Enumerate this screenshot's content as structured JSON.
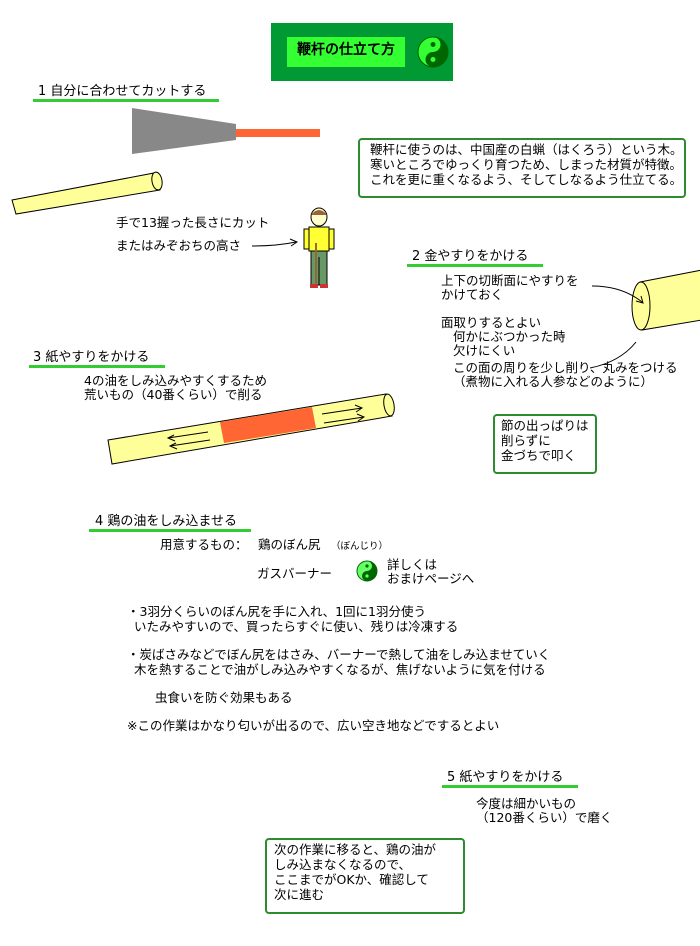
{
  "title": "鞭杆の仕立て方",
  "sections": {
    "s1": {
      "heading": "1  自分に合わせてカットする",
      "line1": "手で13握った長さにカット",
      "line2": "またはみぞおちの高さ"
    },
    "s2": {
      "heading": "2  金やすりをかける",
      "lines": [
        "上下の切断面にやすりを",
        "かけておく",
        "面取りするとよい",
        "何かにぶつかった時",
        "欠けにくい",
        "この面の周りを少し削り、丸みをつける",
        "（煮物に入れる人参などのように）"
      ]
    },
    "s3": {
      "heading": "3  紙やすりをかける",
      "lines": [
        "4の油をしみ込みやすくするため",
        "荒いもの（40番くらい）で削る"
      ]
    },
    "s4": {
      "heading": "4  鶏の油をしみ込ませる",
      "prep_label": "用意するもの：",
      "prep_item": "鶏のぼん尻",
      "prep_reading": "（ぼんじり）",
      "gas": "ガスバーナー",
      "link_lines": [
        "詳しくは",
        "おまけページへ"
      ],
      "bullet1": [
        "・3羽分くらいのぼん尻を手に入れ、1回に1羽分使う",
        "いたみやすいので、買ったらすぐに使い、残りは冷凍する"
      ],
      "bullet2": [
        "・炭ばさみなどでぼん尻をはさみ、バーナーで熱して油をしみ込ませていく",
        "木を熱することで油がしみ込みやすくなるが、焦げないように気を付ける"
      ],
      "insect": "虫食いを防ぐ効果もある",
      "note": "※この作業はかなり匂いが出るので、広い空き地などでするとよい"
    },
    "s5": {
      "heading": "5  紙やすりをかける",
      "lines": [
        "今度は細かいもの",
        "（120番くらい）で磨く"
      ]
    }
  },
  "boxes": {
    "wood_info": [
      "鞭杆に使うのは、中国産の白蝋（はくろう）という木。",
      "寒いところでゆっくり育つため、しまった材質が特徴。",
      "これを更に重くなるよう、そしてしなるよう仕立てる。"
    ],
    "node": [
      "節の出っぱりは",
      "削らずに",
      "金づちで叩く"
    ],
    "next": [
      "次の作業に移ると、鶏の油が",
      "しみ込まなくなるので、",
      "ここまでがOKか、確認して",
      "次に進む"
    ]
  },
  "colors": {
    "title_outer": "#009933",
    "title_inner": "#33ff33",
    "underline": "#33cc33",
    "box_border": "#2e8b2e",
    "stick": "#ffff99",
    "sandpaper": "#ff6633",
    "saw_blade": "#888888",
    "saw_handle": "#ff6633"
  },
  "icons": [
    "yin-yang-icon",
    "saw-icon",
    "person-icon"
  ]
}
